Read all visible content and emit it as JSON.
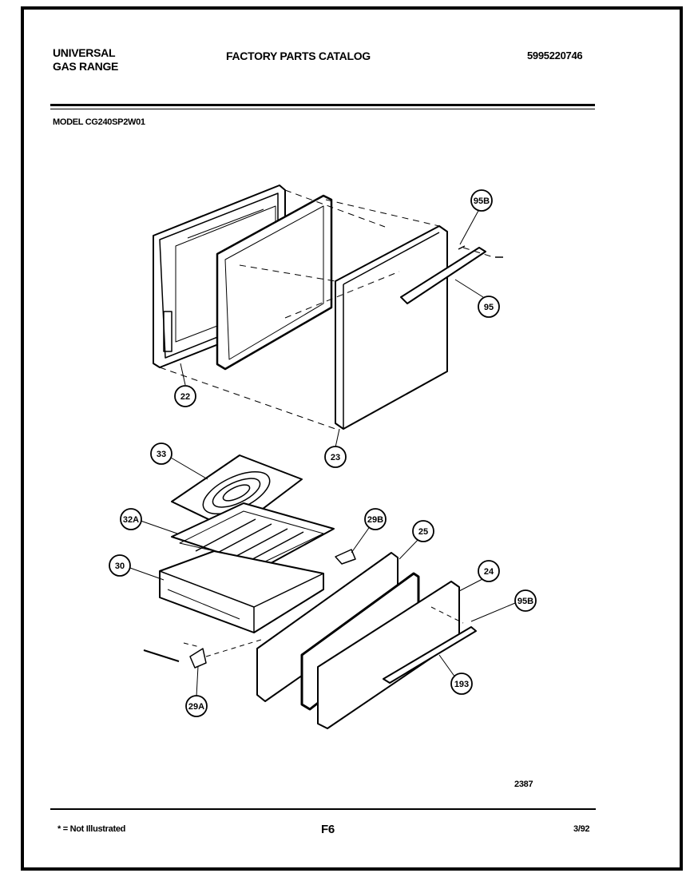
{
  "header": {
    "brand_line1": "UNIVERSAL",
    "brand_line2": "GAS RANGE",
    "catalog_title": "FACTORY PARTS CATALOG",
    "part_number": "5995220746",
    "model": "MODEL CG240SP2W01"
  },
  "callouts": [
    {
      "id": "22"
    },
    {
      "id": "23"
    },
    {
      "id": "95B"
    },
    {
      "id": "95"
    },
    {
      "id": "33"
    },
    {
      "id": "32A"
    },
    {
      "id": "29B"
    },
    {
      "id": "25"
    },
    {
      "id": "30"
    },
    {
      "id": "24"
    },
    {
      "id": "95B"
    },
    {
      "id": "193"
    },
    {
      "id": "29A"
    }
  ],
  "footer": {
    "drawing_code": "2387",
    "note": "* = Not Illustrated",
    "page": "F6",
    "date": "3/92"
  }
}
